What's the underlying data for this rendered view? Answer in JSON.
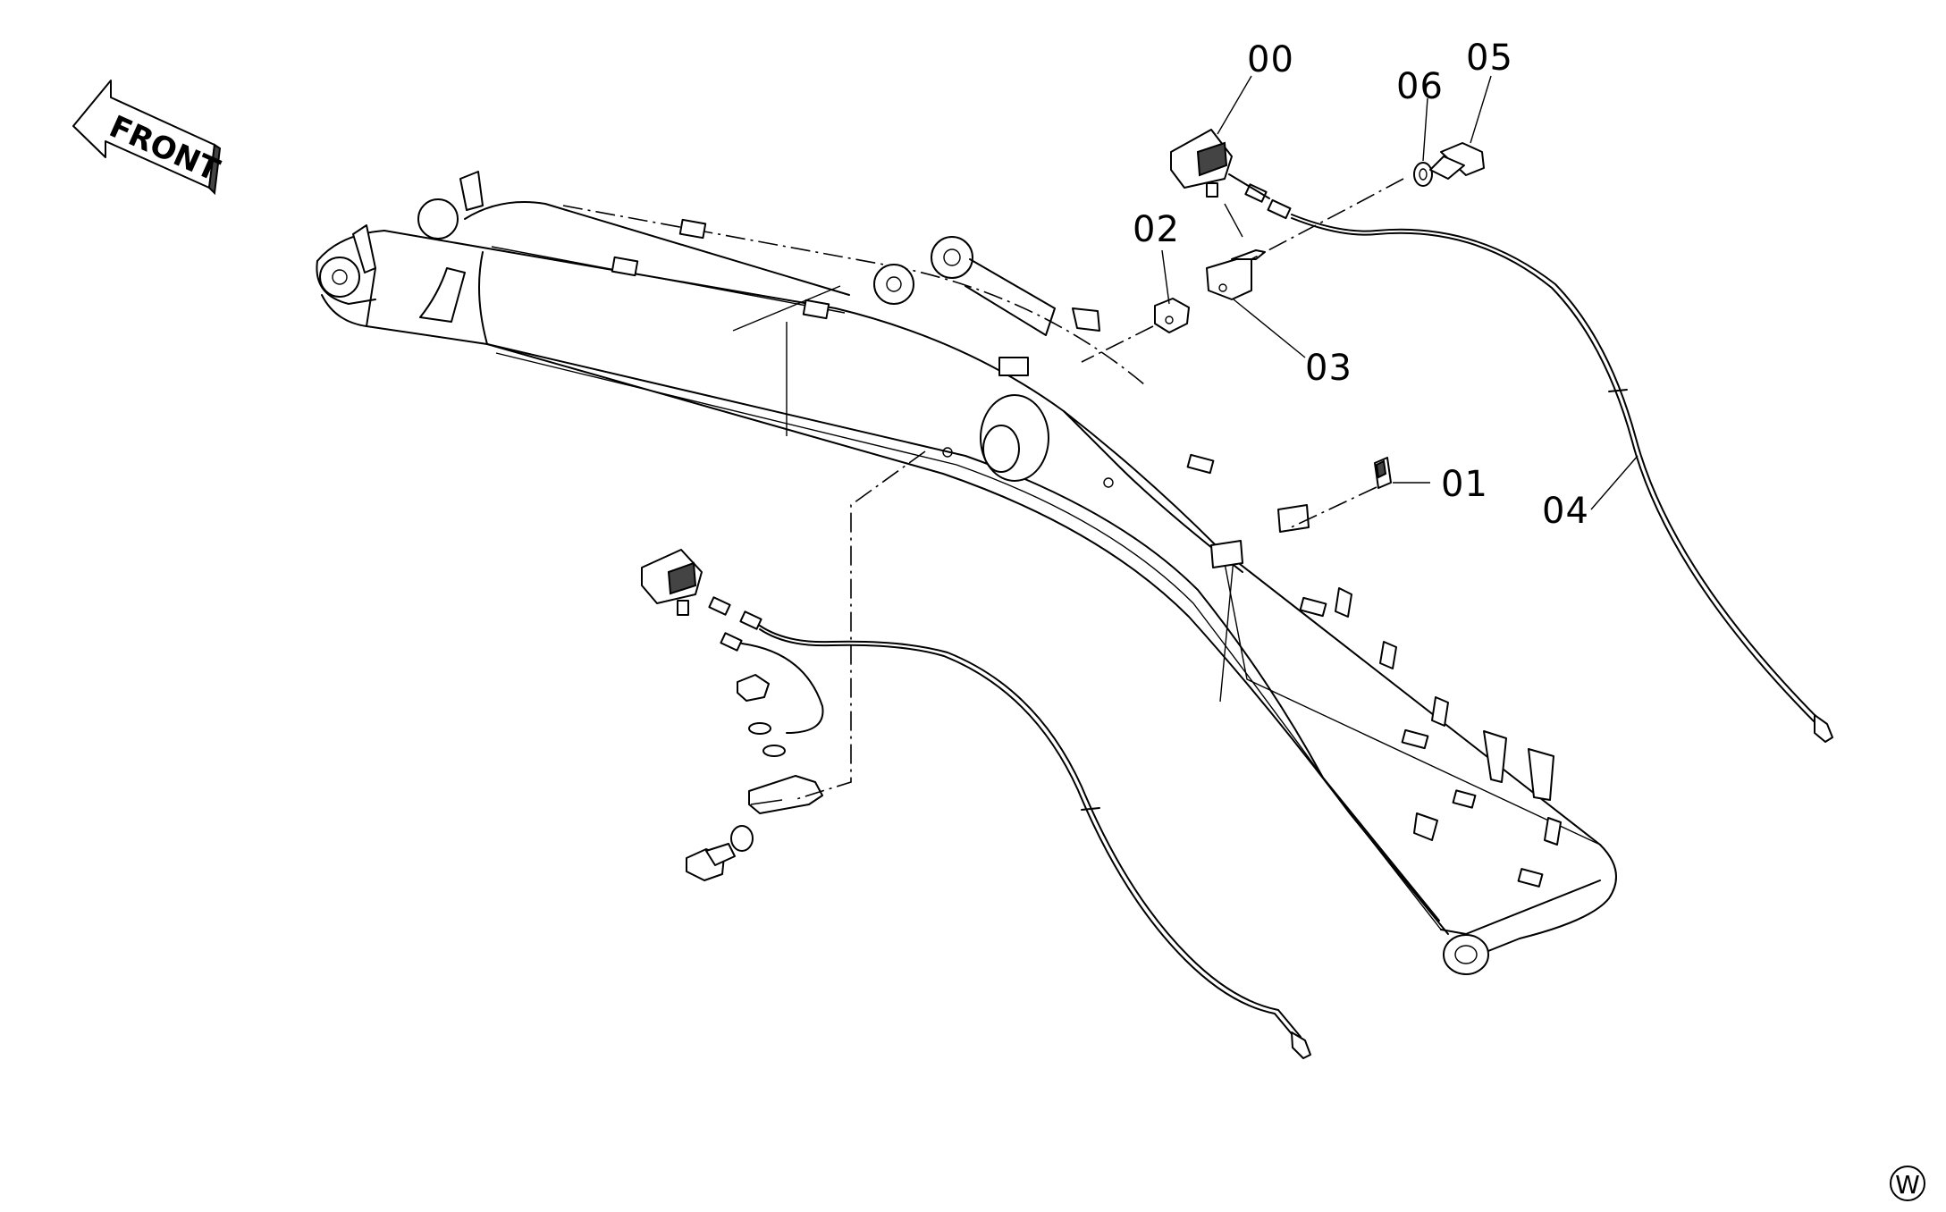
{
  "diagram": {
    "direction_label": "FRONT",
    "mark": "W",
    "callouts": [
      "00",
      "01",
      "02",
      "03",
      "04",
      "05",
      "06"
    ]
  }
}
